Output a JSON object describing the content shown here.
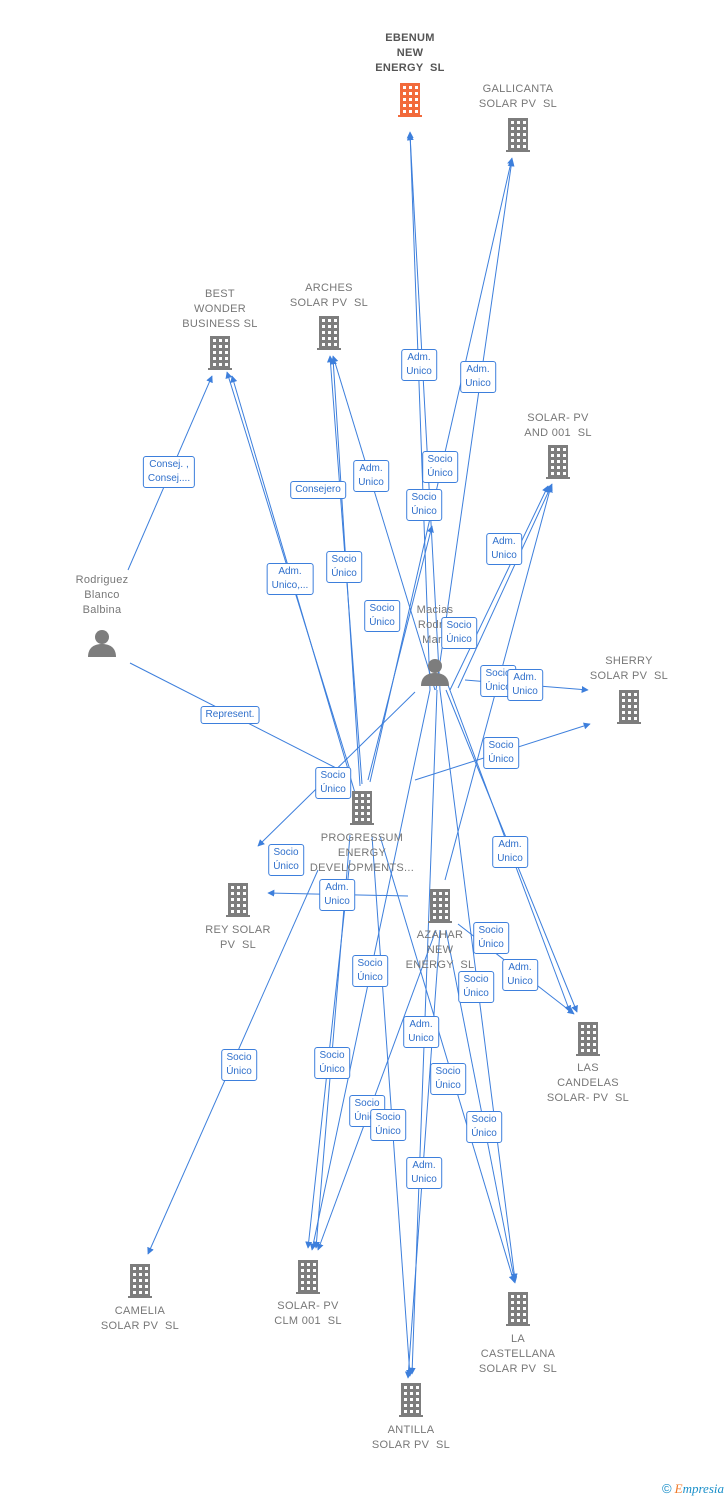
{
  "colors": {
    "edge": "#3d7fdc",
    "company_icon": "#7d7d7d",
    "main_company_icon": "#f26a3b",
    "person_icon": "#7d7d7d"
  },
  "companies": [
    {
      "id": "ebenum",
      "label": "EBENUM\nNEW\nENERGY  SL",
      "icon": "building-icon",
      "main": true
    },
    {
      "id": "gallicanta",
      "label": "GALLICANTA\nSOLAR PV  SL",
      "icon": "building-icon"
    },
    {
      "id": "best",
      "label": "BEST\nWONDER\nBUSINESS SL",
      "icon": "building-icon"
    },
    {
      "id": "arches",
      "label": "ARCHES\nSOLAR PV  SL",
      "icon": "building-icon"
    },
    {
      "id": "solar001",
      "label": "SOLAR- PV\nAND 001  SL",
      "icon": "building-icon"
    },
    {
      "id": "sherry",
      "label": "SHERRY\nSOLAR PV  SL",
      "icon": "building-icon"
    },
    {
      "id": "progressum",
      "label": "PROGRESSUM\nENERGY\nDEVELOPMENTS...",
      "icon": "building-icon"
    },
    {
      "id": "rey",
      "label": "REY SOLAR\nPV  SL",
      "icon": "building-icon"
    },
    {
      "id": "azahar",
      "label": "AZAHAR\nNEW\nENERGY  SL",
      "icon": "building-icon"
    },
    {
      "id": "candelas",
      "label": "LAS\nCANDELAS\nSOLAR- PV  SL",
      "icon": "building-icon"
    },
    {
      "id": "camelia",
      "label": "CAMELIA\nSOLAR PV  SL",
      "icon": "building-icon"
    },
    {
      "id": "clm",
      "label": "SOLAR- PV\nCLM 001  SL",
      "icon": "building-icon"
    },
    {
      "id": "castellana",
      "label": "LA\nCASTELLANA\nSOLAR PV  SL",
      "icon": "building-icon"
    },
    {
      "id": "antilla",
      "label": "ANTILLA\nSOLAR PV  SL",
      "icon": "building-icon"
    }
  ],
  "persons": [
    {
      "id": "rodriguez",
      "label": "Rodriguez\nBlanco\nBalbina",
      "icon": "person-icon"
    },
    {
      "id": "macias",
      "label": "Macias\nRodrig\nMarc",
      "icon": "person-icon"
    }
  ],
  "relations": [
    "Consej. ,\nConsej....",
    "Consejero",
    "Adm.\nUnico,...",
    "Represent.",
    "Adm.\nUnico",
    "Adm.\nUnico",
    "Adm.\nUnico",
    "Socio\nÚnico",
    "Socio\nÚnico",
    "Adm.\nUnico",
    "Socio\nÚnico",
    "Socio\nÚnico",
    "Socio\nÚnico",
    "Socio\nÚnico",
    "Adm.\nUnico",
    "Socio\nÚnico",
    "Adm.\nUnico",
    "Socio\nÚnico",
    "Socio\nÚnico",
    "Adm.\nUnico",
    "Socio\nÚnico",
    "Adm.\nUnico",
    "Socio\nÚnico",
    "Socio\nÚnico",
    "Adm.\nUnico",
    "Socio\nÚnico",
    "Socio\nÚnico",
    "Socio\nÚnico",
    "Socio\nÚnico",
    "Socio\nÚnico",
    "Socio\nÚnico",
    "Adm.\nUnico"
  ],
  "footer": {
    "copyright": "©",
    "brand_first": "E",
    "brand_rest": "mpresia"
  }
}
